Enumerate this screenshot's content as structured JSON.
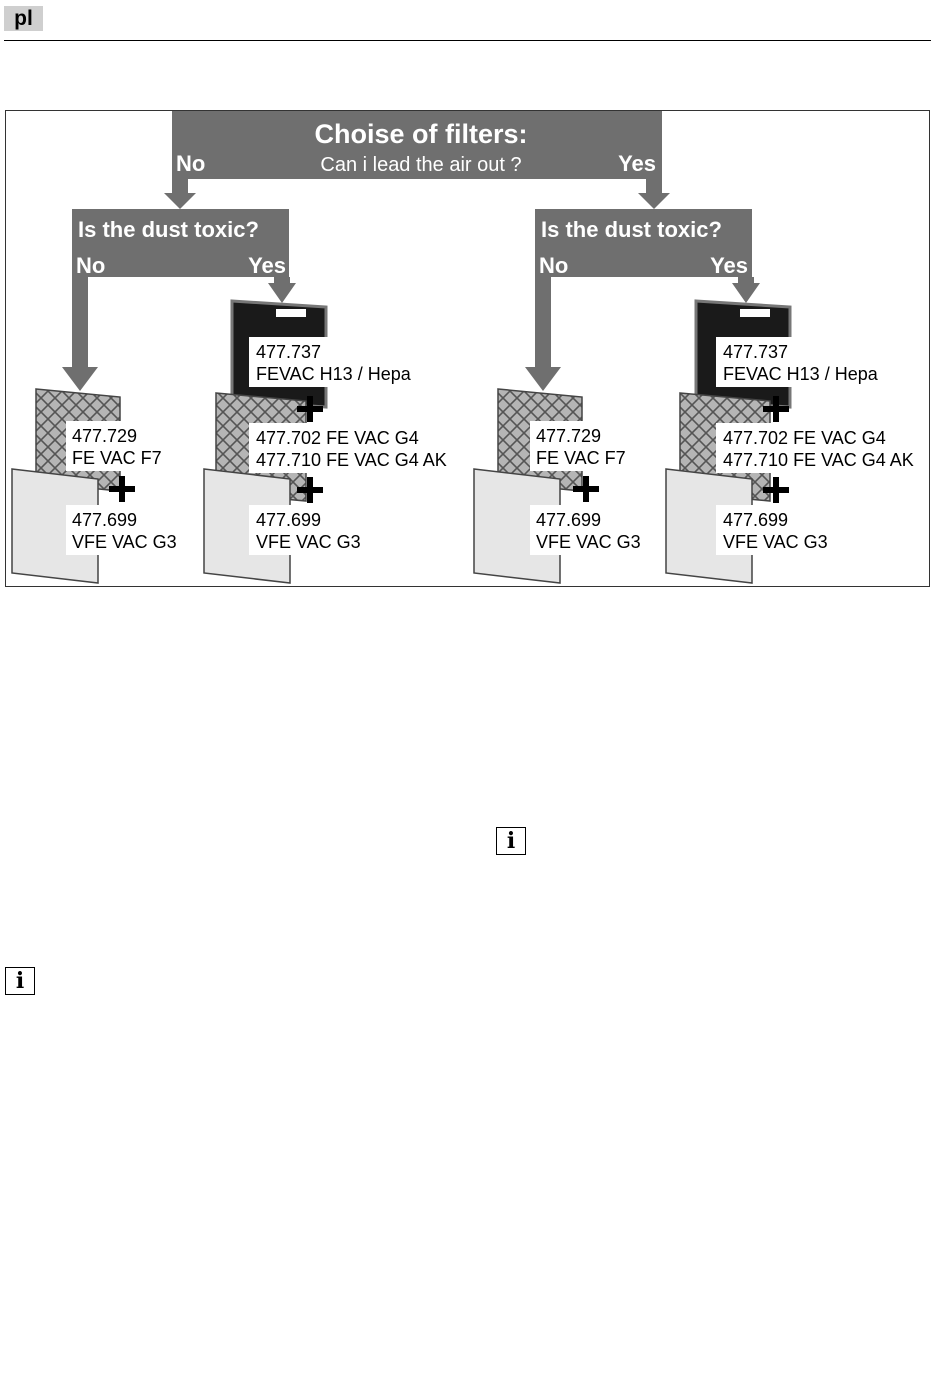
{
  "header": {
    "language_code": "pl"
  },
  "diagram": {
    "title": "Choise of filters:",
    "question": "Can i lead the air out ?",
    "no_label": "No",
    "yes_label": "Yes",
    "sub_question": "Is the dust toxic?",
    "branches": {
      "left": {
        "no": {
          "filter_top": [
            "477.729",
            "FE VAC F7"
          ],
          "filter_bottom": [
            "477.699",
            "VFE VAC G3"
          ]
        },
        "yes": {
          "hepa": [
            "477.737",
            "FEVAC H13 / Hepa"
          ],
          "g4": [
            "477.702 FE VAC G4",
            "477.710 FE VAC G4 AK"
          ],
          "g3": [
            "477.699",
            "VFE VAC G3"
          ]
        }
      },
      "right": {
        "no": {
          "filter_top": [
            "477.729",
            "FE VAC F7"
          ],
          "filter_bottom": [
            "477.699",
            "VFE VAC G3"
          ]
        },
        "yes": {
          "hepa": [
            "477.737",
            "FEVAC H13 / Hepa"
          ],
          "g4": [
            "477.702 FE VAC G4",
            "477.710 FE VAC G4 AK"
          ],
          "g3": [
            "477.699",
            "VFE VAC G3"
          ]
        }
      }
    },
    "colors": {
      "banner": "#6f6f6f",
      "banner_text": "#ffffff",
      "hepa_body": "#1a1a1a",
      "filter_frame": "#8a8a8a",
      "prefilter": "#e8e8e8"
    }
  },
  "icons": {
    "info": "i"
  }
}
